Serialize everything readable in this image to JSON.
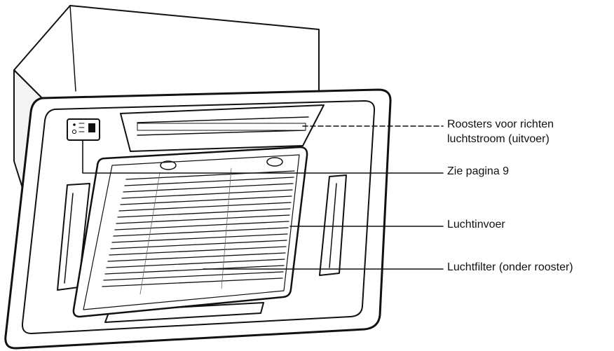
{
  "callouts": [
    {
      "lines": [
        "Roosters voor richten",
        "luchtstroom (uitvoer)"
      ]
    },
    {
      "lines": [
        "Zie pagina 9"
      ]
    },
    {
      "lines": [
        "Luchtinvoer"
      ]
    },
    {
      "lines": [
        "Luchtfilter (onder rooster)"
      ]
    }
  ],
  "colors": {
    "line": "#111111",
    "panel": "#ffffff",
    "housing_side": "#f4f4f4"
  }
}
